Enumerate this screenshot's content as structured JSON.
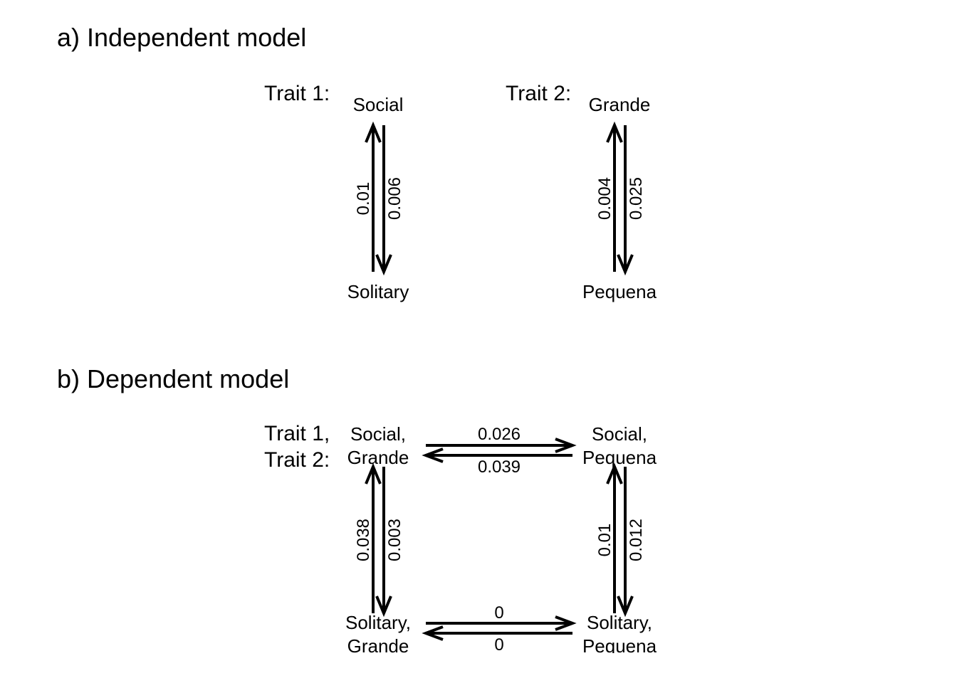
{
  "panel_a": {
    "title": "a) Independent model",
    "trait1": {
      "label": "Trait 1:",
      "states": [
        "Social",
        "Solitary"
      ],
      "rates": {
        "up": "0.01",
        "down": "0.006"
      }
    },
    "trait2": {
      "label": "Trait 2:",
      "states": [
        "Grande",
        "Pequena"
      ],
      "rates": {
        "up": "0.004",
        "down": "0.025"
      }
    }
  },
  "panel_b": {
    "title": "b) Dependent model",
    "trait_label_1": "Trait 1,",
    "trait_label_2": "Trait 2:",
    "states": {
      "social_grande": [
        "Social,",
        "Grande"
      ],
      "social_pequena": [
        "Social,",
        "Pequena"
      ],
      "solitary_grande": [
        "Solitary,",
        "Grande"
      ],
      "solitary_pequena": [
        "Solitary,",
        "Pequena"
      ]
    },
    "rates": {
      "sg_to_sp": "0.026",
      "sp_to_sg": "0.039",
      "solg_to_sg": "0.038",
      "sg_to_solg": "0.003",
      "solp_to_sp": "0.01",
      "sp_to_solp": "0.012",
      "solg_to_solp": "0",
      "solp_to_solg": "0"
    }
  }
}
